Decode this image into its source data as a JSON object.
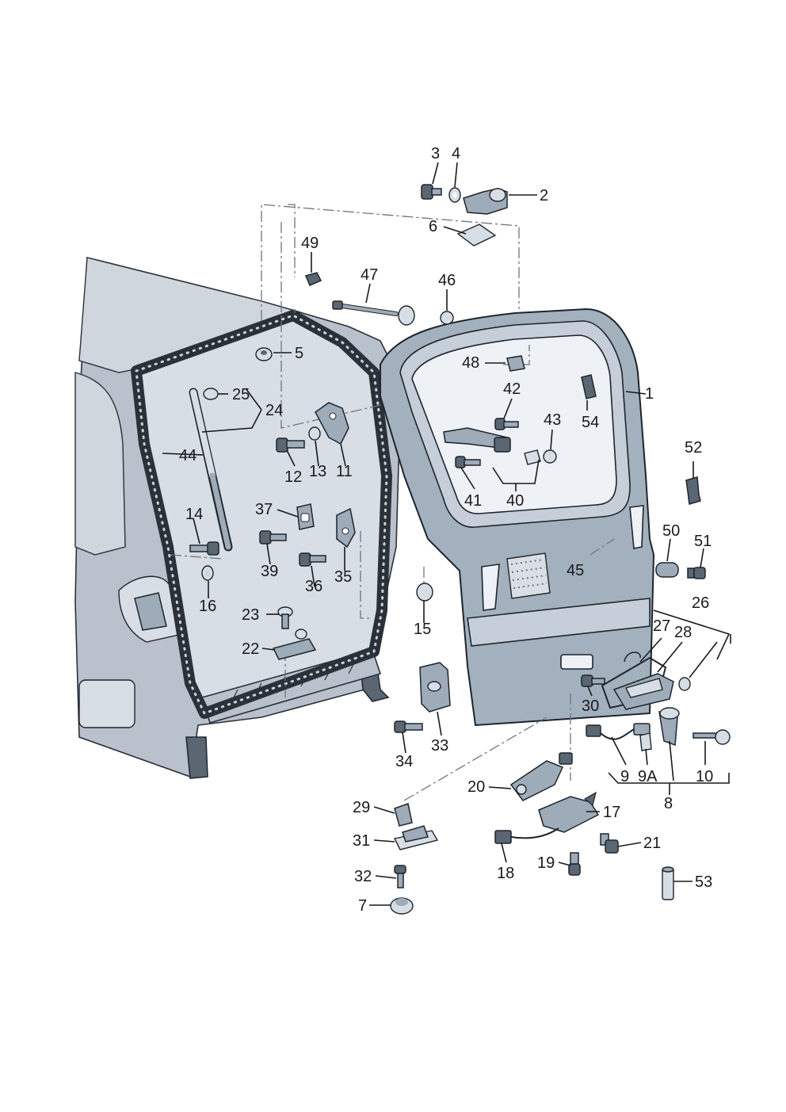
{
  "labels": {
    "l1": "1",
    "l2": "2",
    "l3": "3",
    "l4": "4",
    "l5": "5",
    "l6": "6",
    "l7": "7",
    "l8": "8",
    "l9": "9",
    "l9a": "9A",
    "l10": "10",
    "l11": "11",
    "l12": "12",
    "l13": "13",
    "l14": "14",
    "l15": "15",
    "l16": "16",
    "l17": "17",
    "l18": "18",
    "l19": "19",
    "l20": "20",
    "l21": "21",
    "l22": "22",
    "l23": "23",
    "l24": "24",
    "l25": "25",
    "l26": "26",
    "l27": "27",
    "l28": "28",
    "l29": "29",
    "l30": "30",
    "l31": "31",
    "l32": "32",
    "l33": "33",
    "l34": "34",
    "l35": "35",
    "l36": "36",
    "l37": "37",
    "l39": "39",
    "l40": "40",
    "l41": "41",
    "l42": "42",
    "l43": "43",
    "l44": "44",
    "l45": "45",
    "l46": "46",
    "l47": "47",
    "l48": "48",
    "l49": "49",
    "l50": "50",
    "l51": "51",
    "l52": "52",
    "l53": "53",
    "l54": "54"
  },
  "colors": {
    "vehicle_body": "#b9c2cc",
    "tailgate": "#a3b0be",
    "glass": "#eef2f6",
    "seal": "#2b3138",
    "ink": "#1a1a1a"
  }
}
